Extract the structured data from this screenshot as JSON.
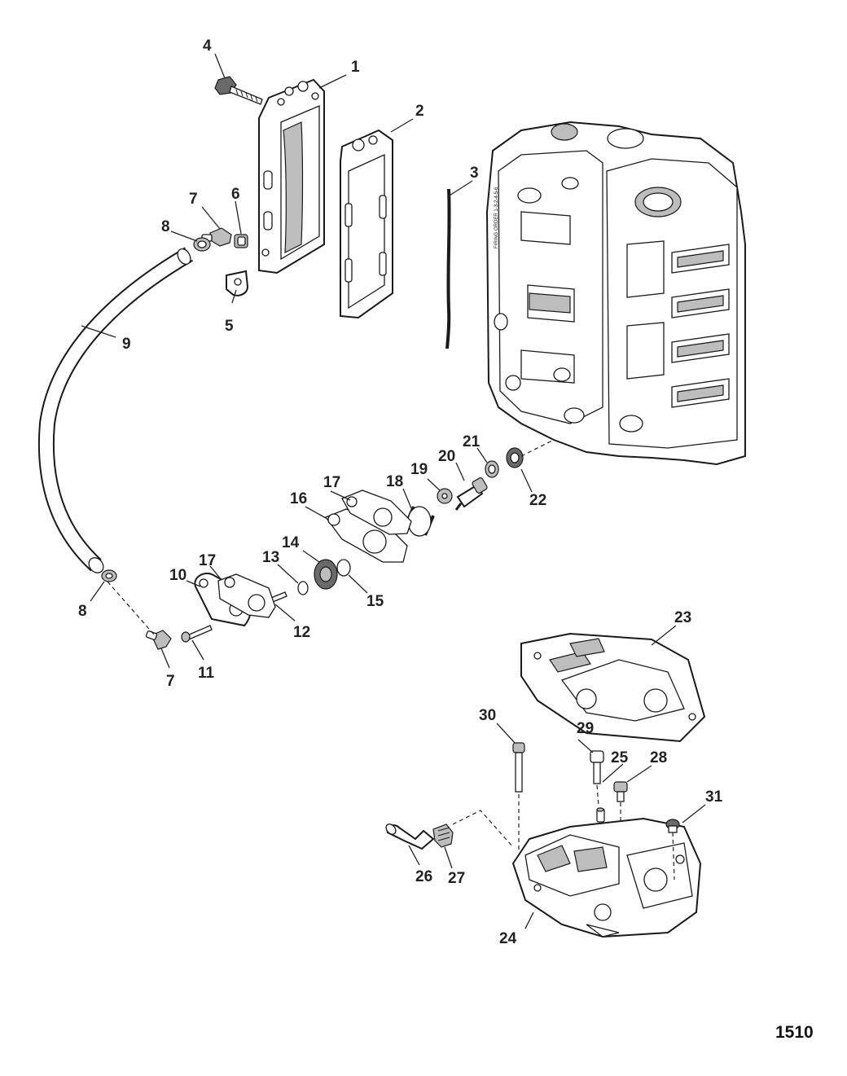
{
  "figure_number": "1510",
  "engraving_text": "FIRING ORDER 1-3-2-4-5-6",
  "callouts": {
    "c1": "1",
    "c2": "2",
    "c3": "3",
    "c4": "4",
    "c5": "5",
    "c6": "6",
    "c7a": "7",
    "c7b": "7",
    "c8a": "8",
    "c8b": "8",
    "c9": "9",
    "c10": "10",
    "c11": "11",
    "c12": "12",
    "c13": "13",
    "c14": "14",
    "c15": "15",
    "c16": "16",
    "c17a": "17",
    "c17b": "17",
    "c18": "18",
    "c19": "19",
    "c20": "20",
    "c21": "21",
    "c22": "22",
    "c23": "23",
    "c24": "24",
    "c25": "25",
    "c26": "26",
    "c27": "27",
    "c28": "28",
    "c29": "29",
    "c30": "30",
    "c31": "31"
  },
  "colors": {
    "line": "#1a1a1a",
    "shade": "#bdbdbd",
    "background": "#ffffff"
  }
}
